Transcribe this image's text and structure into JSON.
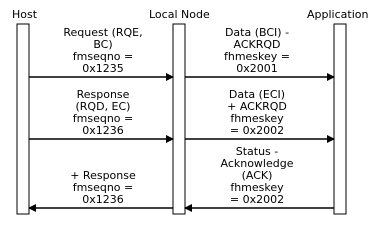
{
  "lanes": {
    "host": "Host",
    "local_node": "Local Node",
    "application": "Application"
  },
  "messages": [
    {
      "from": "host",
      "to": "local_node",
      "label": "Request (RQE,\nBC)\nfmseqno =\n0x1235"
    },
    {
      "from": "local_node",
      "to": "application",
      "label": "Data (BCI) -\nACKRQD\nfhmeskey =\n0x2001"
    },
    {
      "from": "host",
      "to": "local_node",
      "label": "Response\n(RQD, EC)\nfmseqno =\n0x1236"
    },
    {
      "from": "local_node",
      "to": "application",
      "label": "Data (ECI)\n+ ACKRQD\nfhmeskey\n= 0x2002"
    },
    {
      "from": "application",
      "to": "local_node",
      "label": "Status -\nAcknowledge\n(ACK)\nfhmeskey\n= 0x2002"
    },
    {
      "from": "local_node",
      "to": "host",
      "label": "+ Response\nfmseqno =\n0x1236"
    }
  ],
  "colors": {
    "line": "#000000",
    "text": "#000000",
    "lane_fill": "#ffffff",
    "background": "#ffffff"
  }
}
